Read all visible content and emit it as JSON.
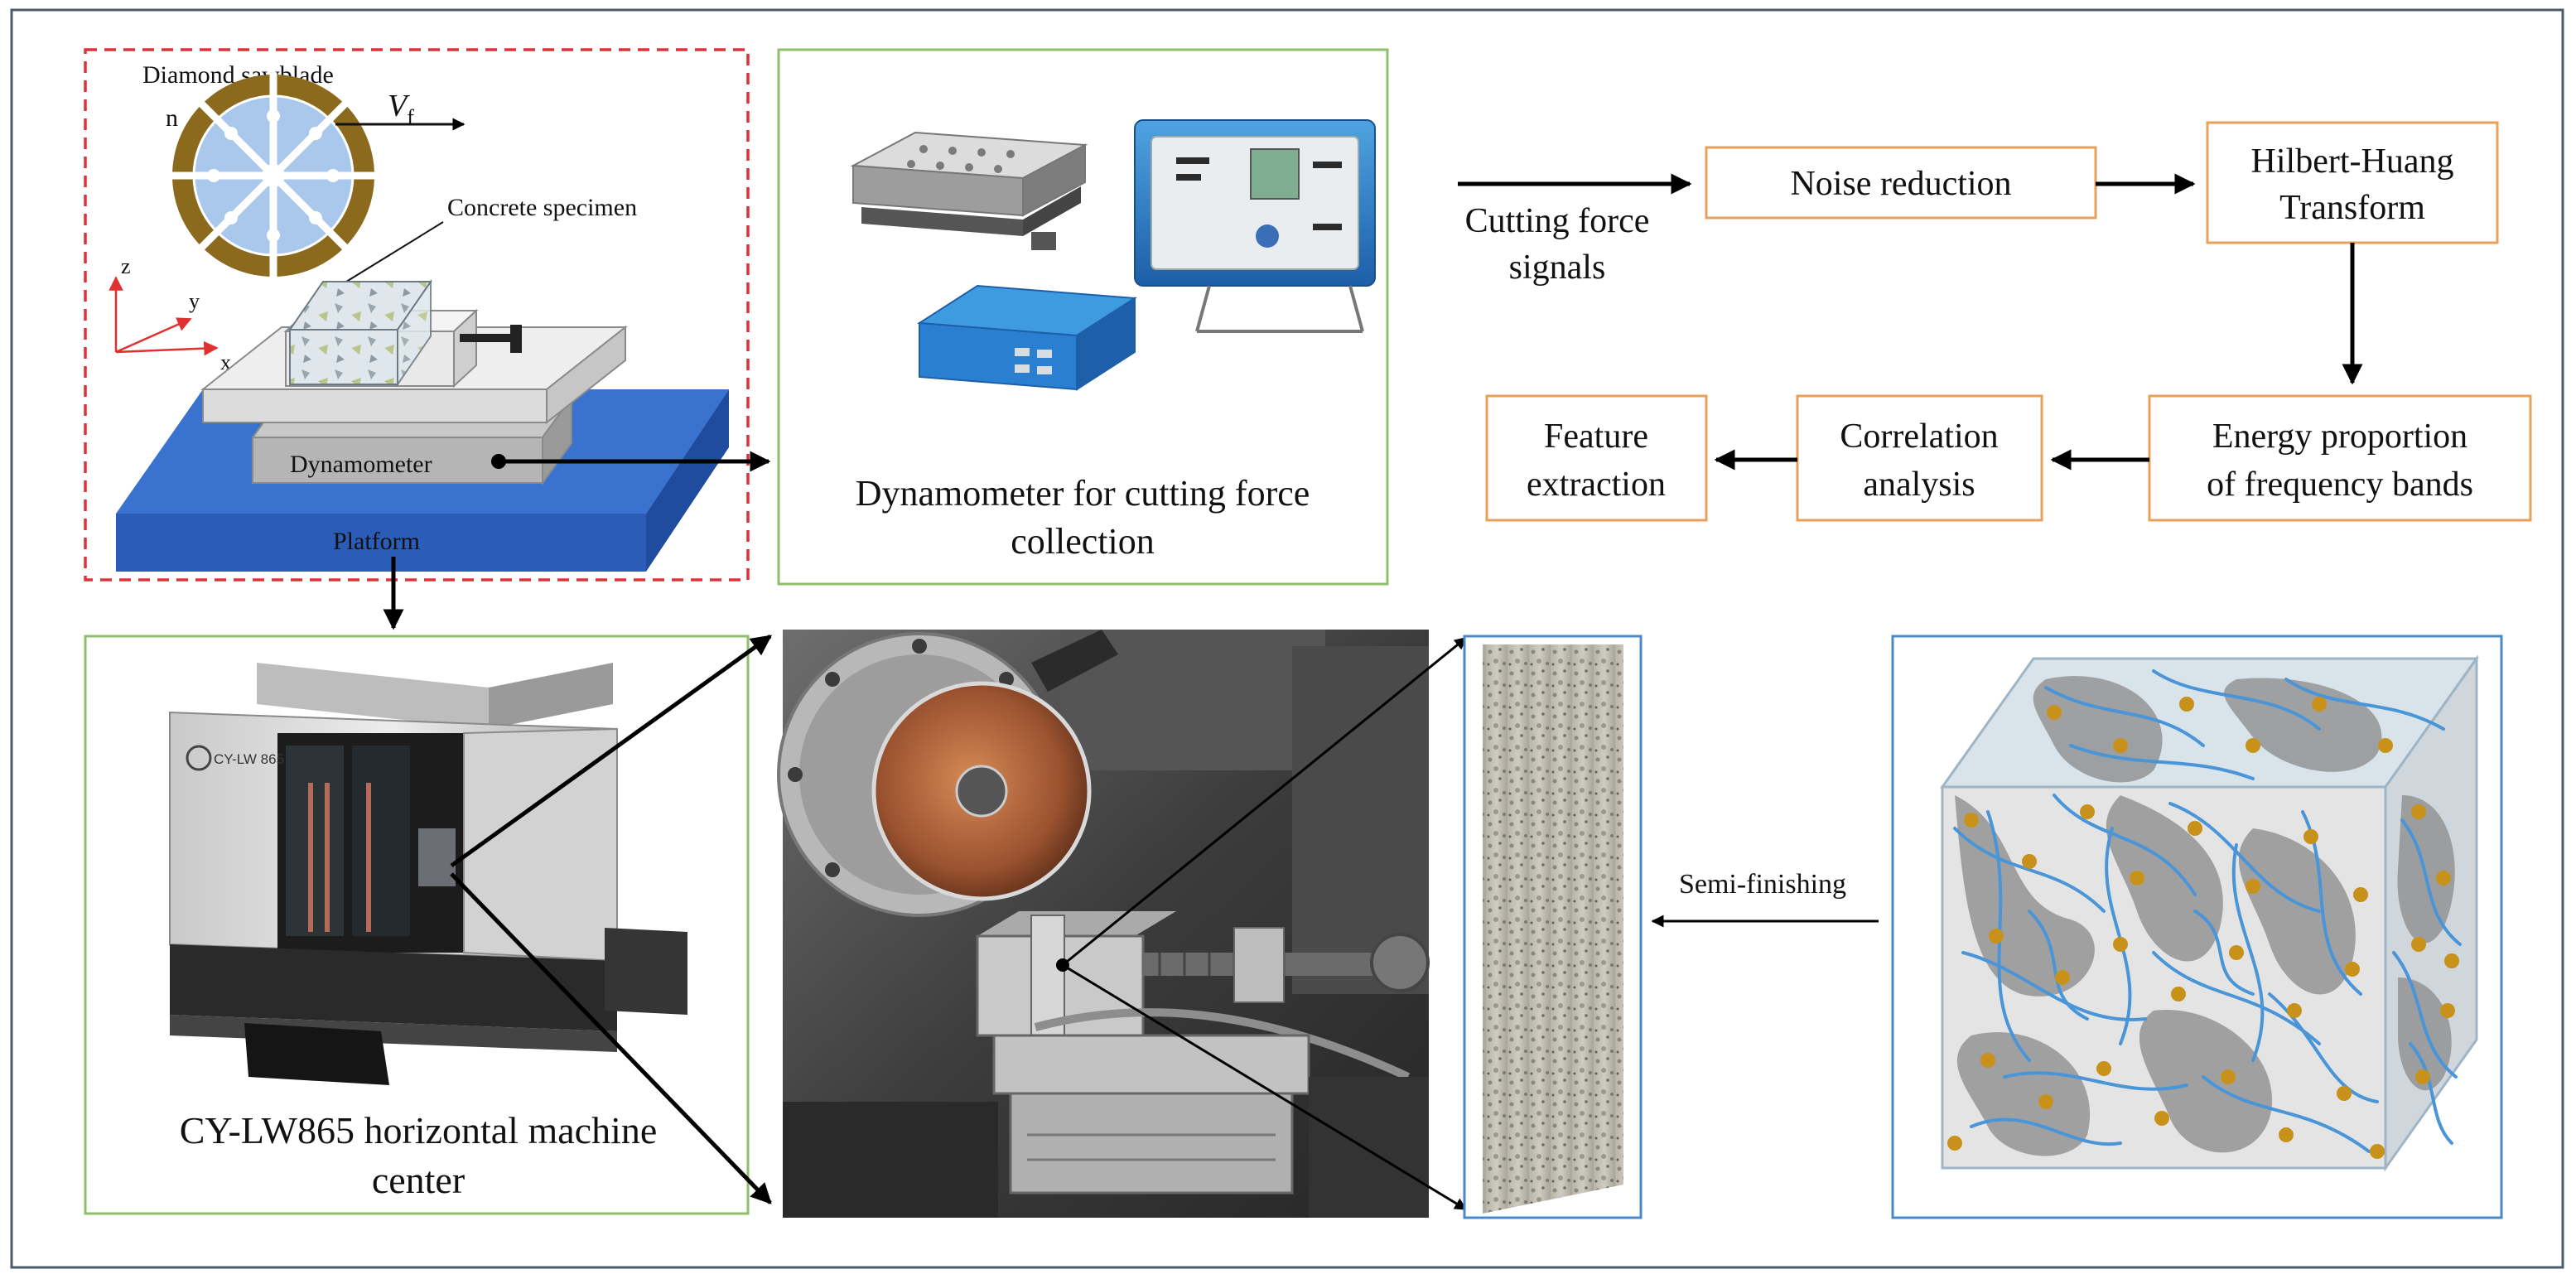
{
  "setup": {
    "sawblade_label": "Diamond sawblade",
    "rotation_label": "n",
    "feed_label_main": "V",
    "feed_label_sub": "f",
    "specimen_label": "Concrete specimen",
    "axis_z": "z",
    "axis_y": "y",
    "axis_x": "x",
    "dynamometer_label": "Dynamometer",
    "platform_label": "Platform"
  },
  "dynamometer_panel": {
    "caption_line1": "Dynamometer for cutting force",
    "caption_line2": "collection"
  },
  "machine_panel": {
    "caption_line1": "CY-LW865 horizontal machine",
    "caption_line2": "center",
    "brand_text": "CY-LW 865"
  },
  "flow": {
    "input_line1": "Cutting force",
    "input_line2": "signals",
    "noise": "Noise reduction",
    "hht_line1": "Hilbert-Huang",
    "hht_line2": "Transform",
    "energy_line1": "Energy proportion",
    "energy_line2": "of frequency bands",
    "correlation_line1": "Correlation",
    "correlation_line2": "analysis",
    "feature_line1": "Feature",
    "feature_line2": "extraction"
  },
  "semi_finishing_label": "Semi-finishing",
  "colors": {
    "flow_box_border": "#e8a05a",
    "panel_border_green": "#8fbf6a",
    "panel_border_blue": "#4a8ac8",
    "dashed_red": "#e0303a",
    "platform_blue": "#2f63c0",
    "fiber_blue": "#4a95d8",
    "aggregate_gold": "#c8921a"
  }
}
